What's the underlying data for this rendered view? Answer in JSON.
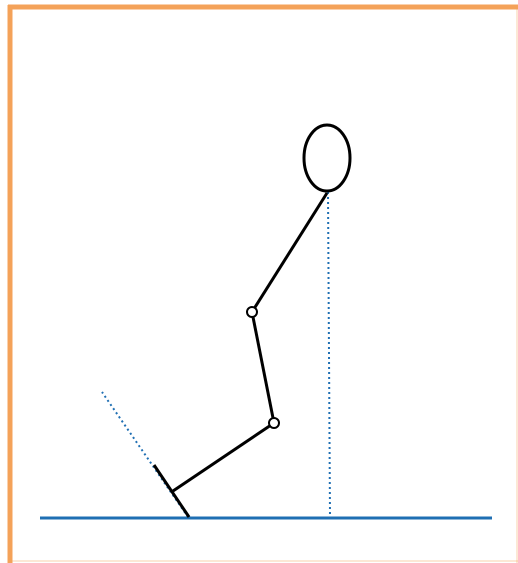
{
  "diagram": {
    "colors": {
      "frame": "#F4A259",
      "ground": "#1F6FB3",
      "figure": "#000000",
      "guide": "#1F6FB3",
      "background": "#FFFFFF"
    },
    "elements": [
      "frame",
      "ground-line",
      "head",
      "torso",
      "upper-leg",
      "lower-leg",
      "foot",
      "hip-joint",
      "knee-joint",
      "vertical-guide",
      "angled-guide"
    ]
  }
}
